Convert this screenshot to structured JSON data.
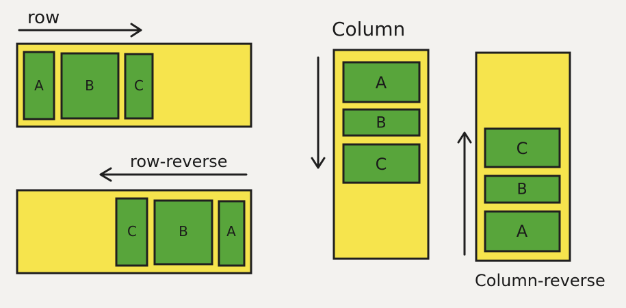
{
  "colors": {
    "container": "#f6e44d",
    "item": "#58a53b",
    "background": "#f3f2ef"
  },
  "labels": {
    "row": "row",
    "row_reverse": "row-reverse",
    "column": "Column",
    "column_reverse": "Column-reverse"
  },
  "items": {
    "row": [
      "A",
      "B",
      "C"
    ],
    "row_reverse": [
      "C",
      "B",
      "A"
    ],
    "column": [
      "A",
      "B",
      "C"
    ],
    "column_reverse": [
      "C",
      "B",
      "A"
    ]
  }
}
